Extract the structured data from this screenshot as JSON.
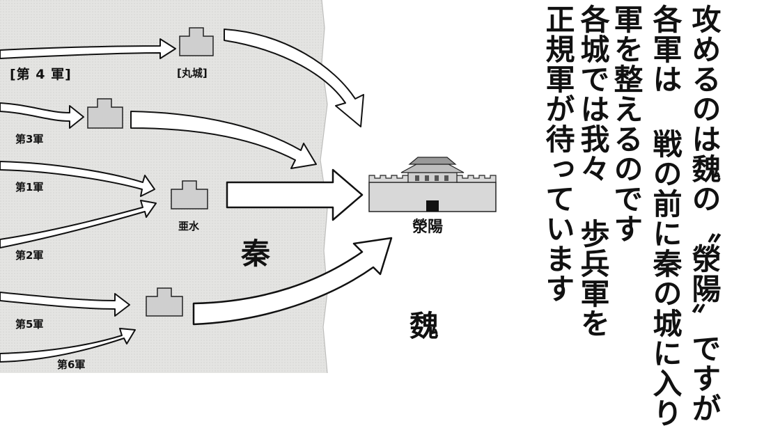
{
  "map": {
    "armies": {
      "army4": "[第 4 軍]",
      "army3": "第3軍",
      "army1": "第1軍",
      "army2": "第2軍",
      "army5": "第5軍",
      "army6": "第6軍"
    },
    "castles": {
      "maru": "[丸城]",
      "asui": "亜水"
    },
    "city": "滎陽",
    "states": {
      "qin": "秦",
      "wei": "魏"
    },
    "colors": {
      "territory": "#e7e7e5",
      "arrow_fill": "#ffffff",
      "arrow_stroke": "#111111",
      "castle": "#cfcfcf"
    }
  },
  "narration": {
    "columns": [
      "攻めるのは魏の〝滎陽〟ですが",
      "各軍は 戦の前に秦の城に入り",
      "軍を整えるのです",
      "各城では我々 歩兵軍を",
      "正規軍が待っています"
    ]
  }
}
